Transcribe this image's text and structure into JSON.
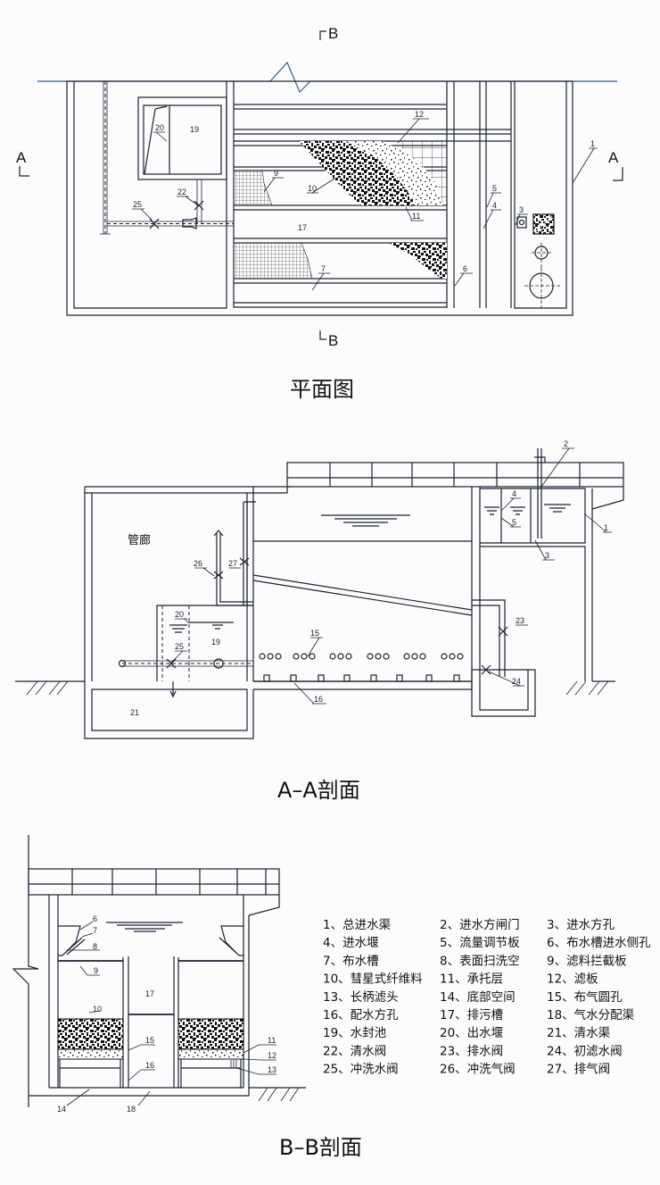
{
  "titles": {
    "plan": "平面图",
    "section_aa": "A–A剖面",
    "section_bb": "B–B剖面"
  },
  "plan": {
    "section_marks": {
      "a": "A",
      "b": "B"
    },
    "labels": [
      "20",
      "19",
      "12",
      "9",
      "10",
      "11",
      "17",
      "22",
      "25",
      "5",
      "4",
      "3",
      "6",
      "7",
      "1"
    ]
  },
  "section_aa": {
    "gallery_label": "管廊",
    "labels": [
      "26",
      "27",
      "20",
      "19",
      "25",
      "15",
      "16",
      "21",
      "23",
      "24",
      "1",
      "2",
      "3",
      "4",
      "5"
    ]
  },
  "section_bb": {
    "labels": [
      "6",
      "7",
      "8",
      "9",
      "17",
      "10",
      "15",
      "11",
      "12",
      "16",
      "13",
      "14",
      "18"
    ]
  },
  "legend": [
    "1、总进水渠",
    "2、进水方闸门",
    "3、进水方孔",
    "4、进水堰",
    "5、流量调节板",
    "6、布水槽进水侧孔",
    "7、布水槽",
    "8、表面扫洗空",
    "9、滤料拦截板",
    "10、彗星式纤维料",
    "11、承托层",
    "12、滤板",
    "13、长柄滤头",
    "14、底部空间",
    "15、布气圆孔",
    "16、配水方孔",
    "17、排污槽",
    "18、气水分配渠",
    "19、水封池",
    "20、出水堰",
    "21、清水渠",
    "22、清水阀",
    "23、排水阀",
    "24、初滤水阀",
    "25、冲洗水阀",
    "26、冲洗气阀",
    "27、排气阀"
  ],
  "colors": {
    "line": "#1c2233",
    "accent_line": "#3a5a8a",
    "background": "#fcfcfc"
  }
}
